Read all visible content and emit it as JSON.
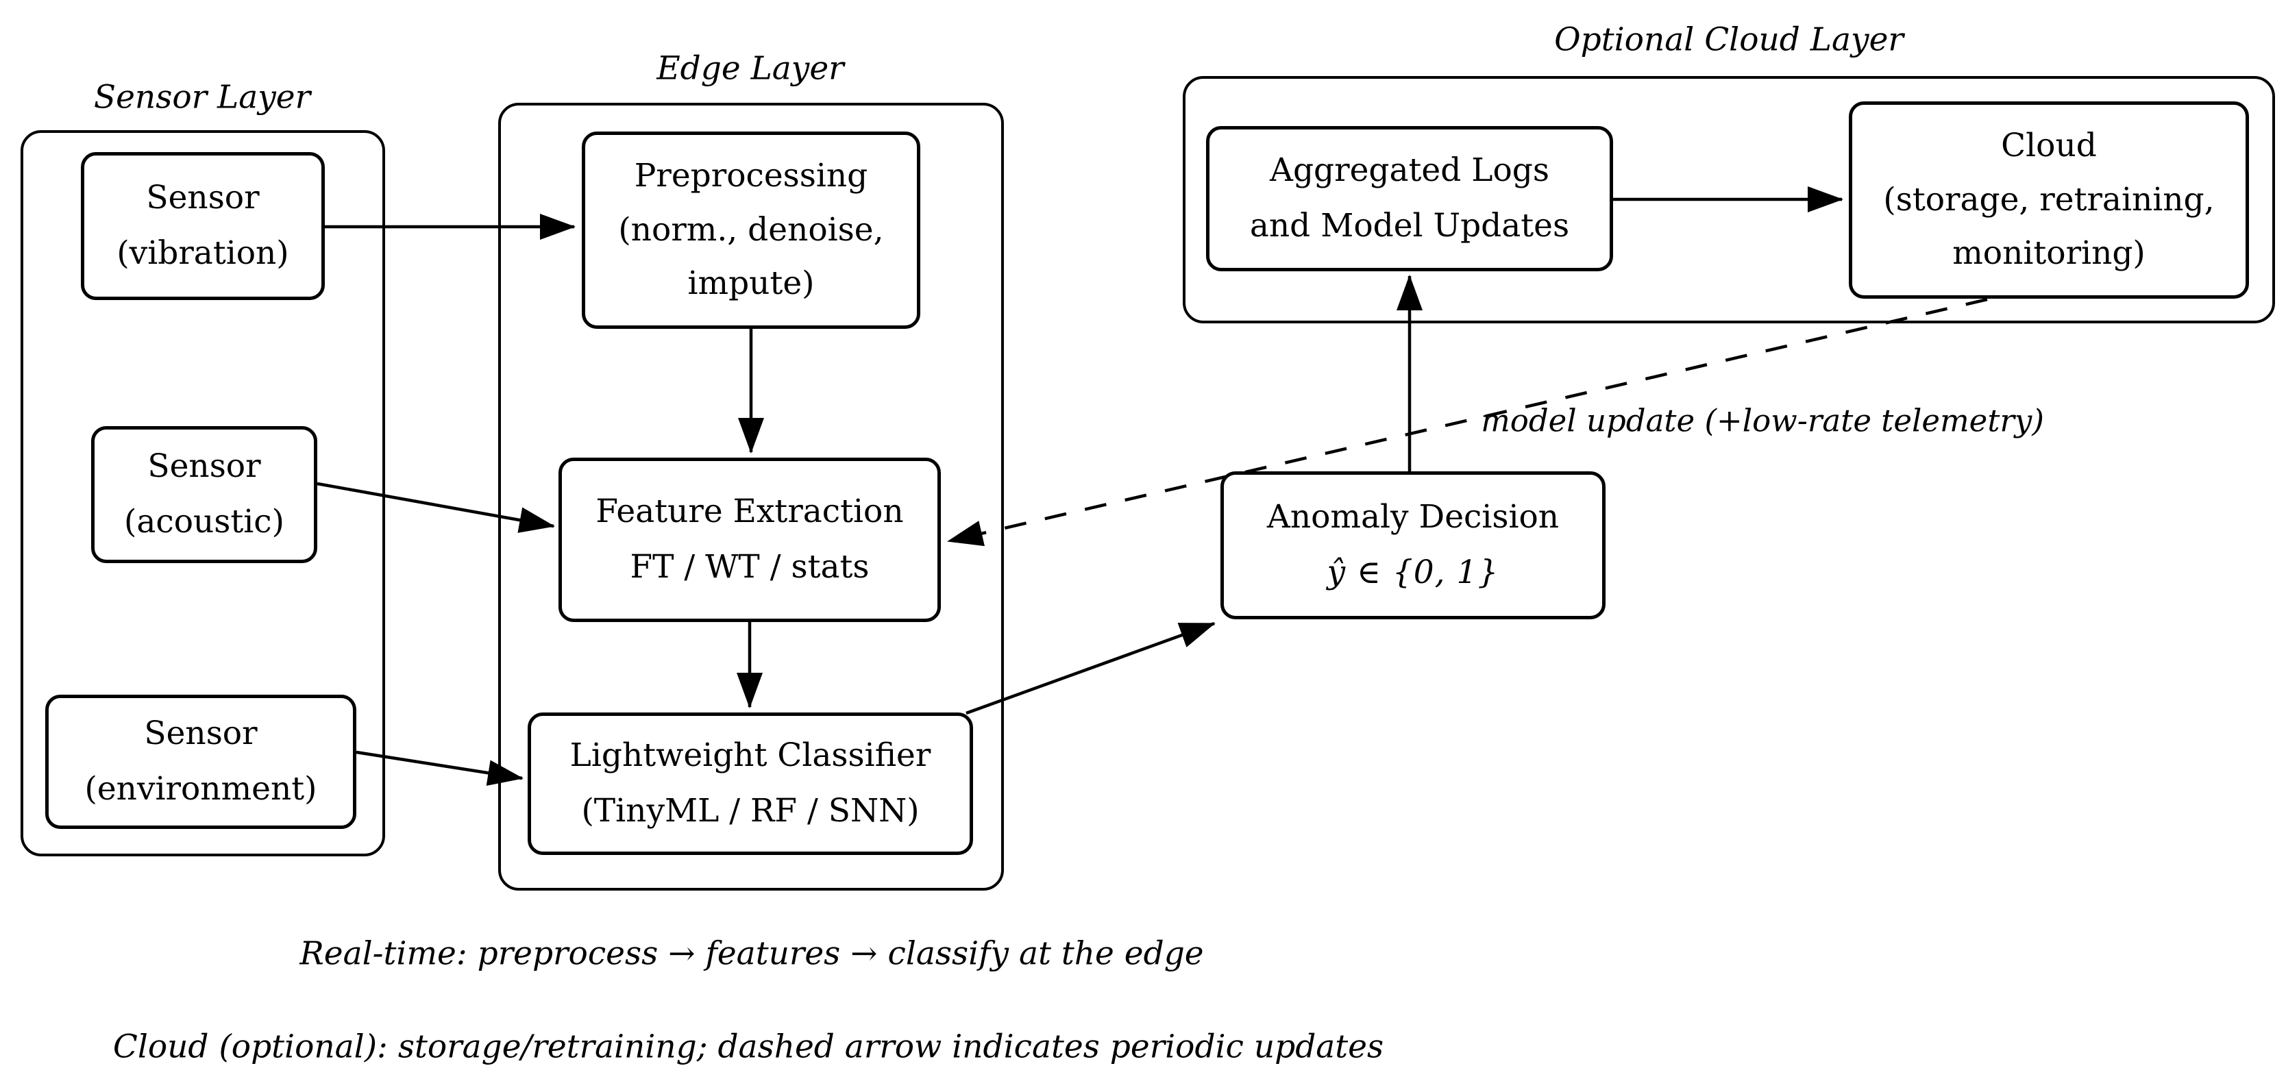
{
  "diagram": {
    "background": "#ffffff",
    "stroke_color": "#000000"
  },
  "layers": {
    "sensor": {
      "label": "Sensor Layer"
    },
    "edge": {
      "label": "Edge Layer"
    },
    "cloud": {
      "label": "Optional Cloud Layer"
    }
  },
  "nodes": {
    "sensor_vibration": {
      "lines": [
        "Sensor",
        "(vibration)"
      ]
    },
    "sensor_acoustic": {
      "lines": [
        "Sensor",
        "(acoustic)"
      ]
    },
    "sensor_environment": {
      "lines": [
        "Sensor",
        "(environment)"
      ]
    },
    "preprocessing": {
      "lines": [
        "Preprocessing",
        "(norm., denoise,",
        "impute)"
      ]
    },
    "feature_extraction": {
      "lines": [
        "Feature Extraction",
        "FT / WT / stats"
      ]
    },
    "lightweight_classifier": {
      "lines": [
        "Lightweight Classifier",
        "(TinyML / RF / SNN)"
      ]
    },
    "aggregated_logs": {
      "lines": [
        "Aggregated Logs",
        "and Model Updates"
      ]
    },
    "cloud": {
      "lines": [
        "Cloud",
        "(storage, retraining,",
        "monitoring)"
      ]
    },
    "anomaly_decision": {
      "lines": [
        "Anomaly Decision",
        "ŷ ∈ {0, 1}"
      ]
    }
  },
  "annotations": {
    "model_update": "model update (+low-rate telemetry)",
    "caption_realtime": "Real-time: preprocess → features → classify at the edge",
    "caption_cloud": "Cloud (optional): storage/retraining; dashed arrow indicates periodic updates"
  }
}
